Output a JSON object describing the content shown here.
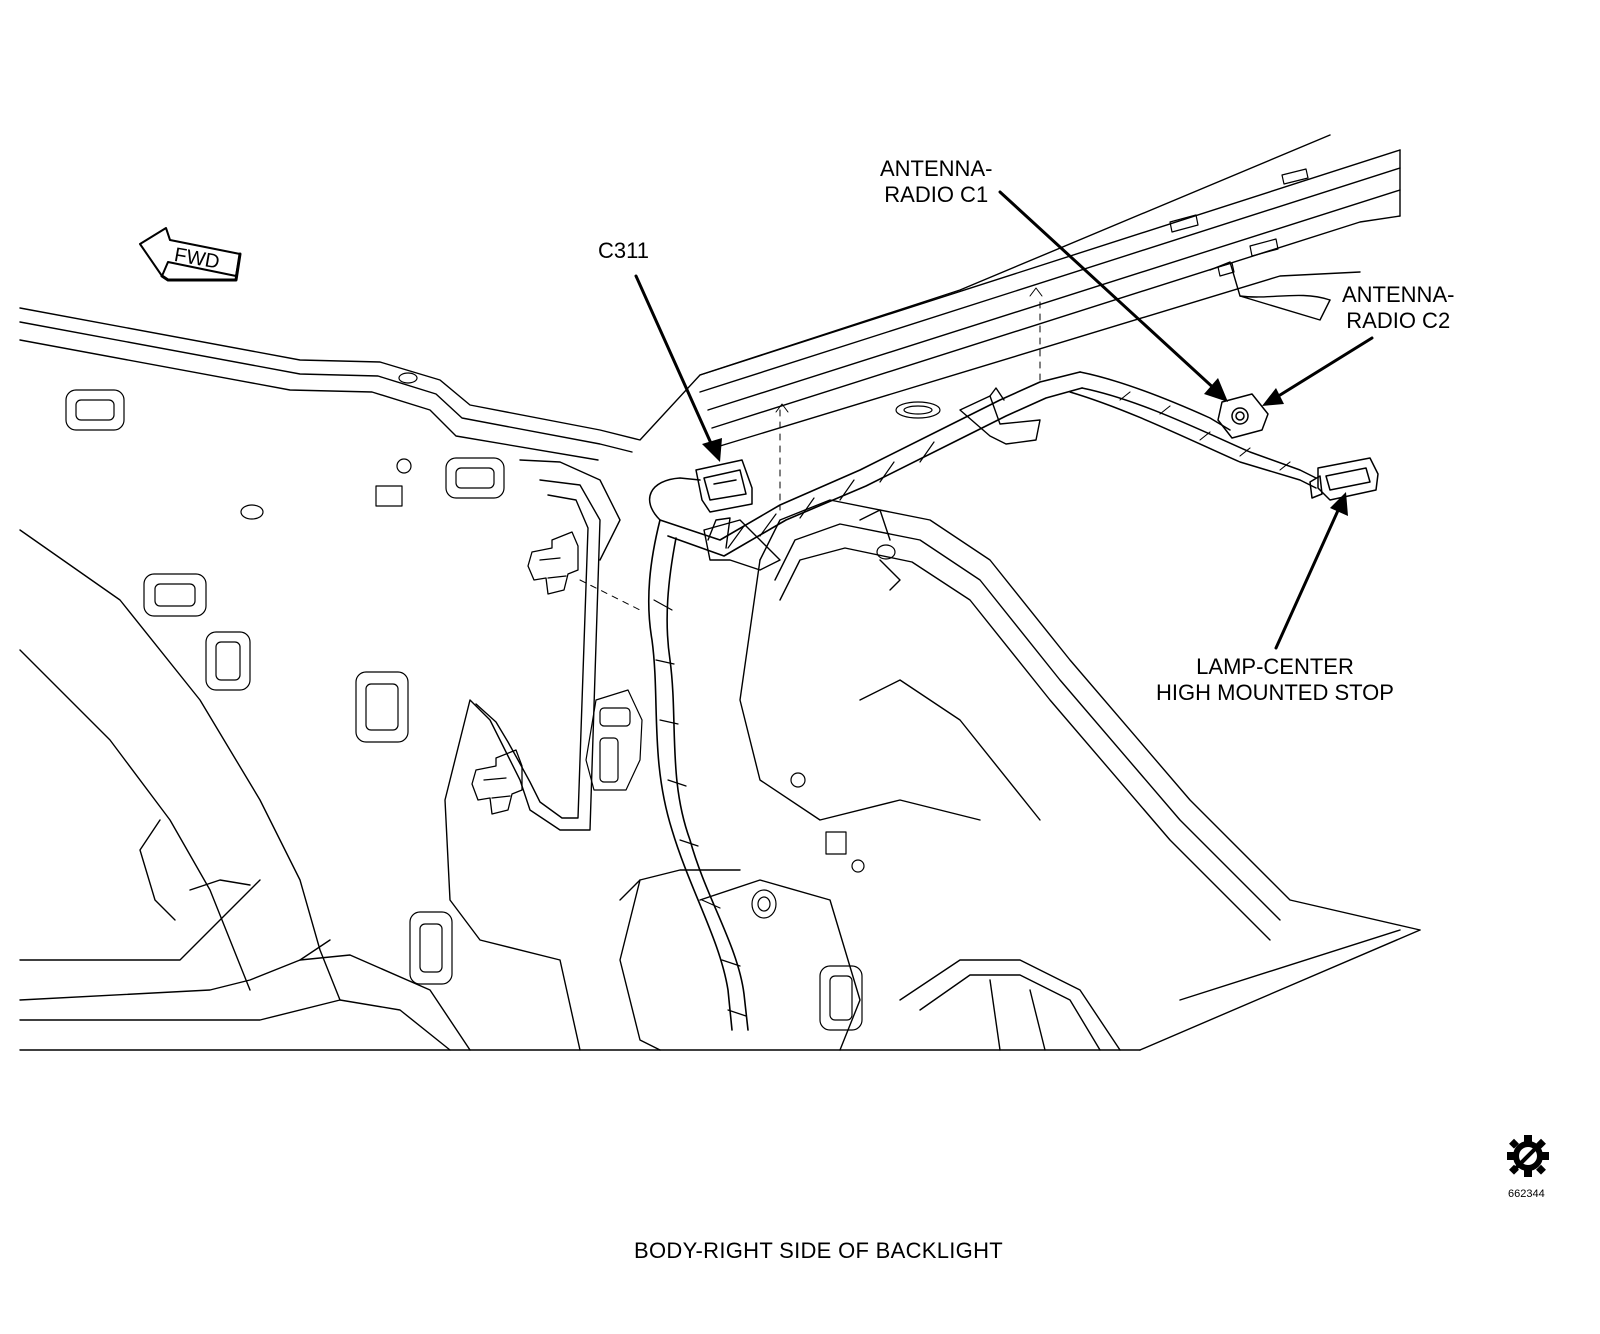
{
  "labels": {
    "fwd": "FWD",
    "c311": "C311",
    "antenna_c1": [
      "ANTENNA-",
      "RADIO C1"
    ],
    "antenna_c2": [
      "ANTENNA-",
      "RADIO C2"
    ],
    "lamp_chmsl": [
      "LAMP-CENTER",
      "HIGH MOUNTED STOP"
    ]
  },
  "figure_id": "662344",
  "caption": "BODY-RIGHT SIDE OF BACKLIGHT",
  "logo": "gear-logo"
}
